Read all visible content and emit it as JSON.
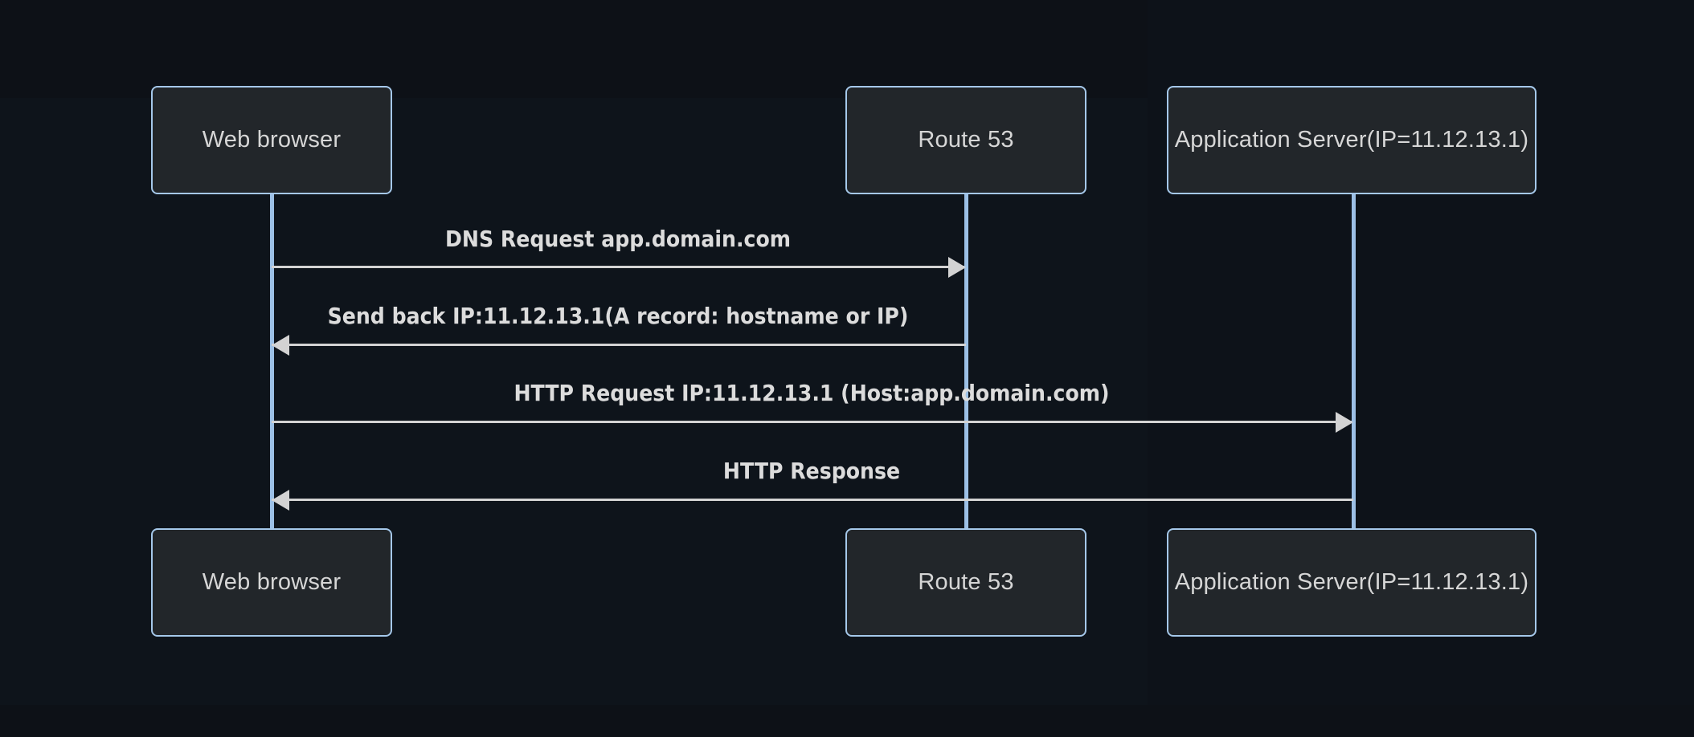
{
  "diagram": {
    "type": "sequence-diagram",
    "title": "DNS resolution and HTTP request flow",
    "theme": {
      "background": "#0d1117",
      "participant_fill": "#22262a",
      "participant_border": "#a5c8ea",
      "lifeline_color": "#9cc0e6",
      "message_color": "#d3d3d3",
      "text_color": "#d6d6d6"
    },
    "participants": [
      {
        "id": "browser",
        "label": "Web browser"
      },
      {
        "id": "route53",
        "label": "Route 53"
      },
      {
        "id": "appserver",
        "label": "Application Server(IP=11.12.13.1)"
      }
    ],
    "messages": [
      {
        "index": 1,
        "label": "DNS Request app.domain.com",
        "from": "browser",
        "to": "route53",
        "direction": "right",
        "arrow": "solid-filled"
      },
      {
        "index": 2,
        "label": "Send back IP:11.12.13.1(A record: hostname or IP)",
        "from": "route53",
        "to": "browser",
        "direction": "left",
        "arrow": "solid-filled"
      },
      {
        "index": 3,
        "label": "HTTP Request IP:11.12.13.1 (Host:app.domain.com)",
        "from": "browser",
        "to": "appserver",
        "direction": "right",
        "arrow": "solid-filled"
      },
      {
        "index": 4,
        "label": "HTTP Response",
        "from": "appserver",
        "to": "browser",
        "direction": "left",
        "arrow": "solid-filled"
      }
    ],
    "footer_participants": [
      {
        "id": "browser",
        "label": "Web browser"
      },
      {
        "id": "route53",
        "label": "Route 53"
      },
      {
        "id": "appserver",
        "label": "Application Server(IP=11.12.13.1)"
      }
    ]
  }
}
